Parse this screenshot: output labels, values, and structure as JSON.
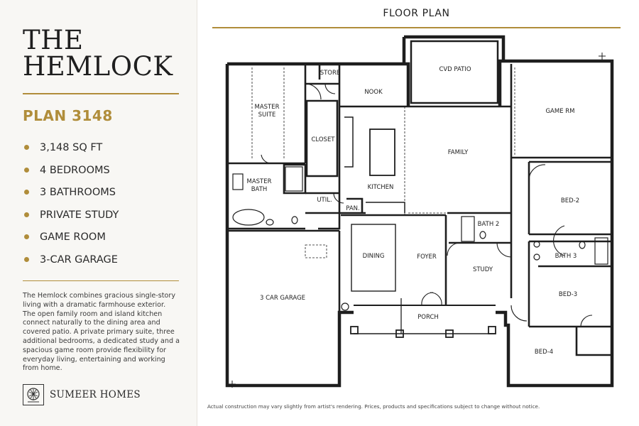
{
  "sidebar": {
    "title_line1": "THE",
    "title_line2": "HEMLOCK",
    "plan_number": "PLAN 3148",
    "features": [
      "3,148 SQ FT",
      "4 BEDROOMS",
      "3 BATHROOMS",
      "PRIVATE STUDY",
      "GAME ROOM",
      "3-CAR GARAGE"
    ],
    "description": "The Hemlock combines gracious single-story living with a dramatic farmhouse exterior. The open family room and island kitchen connect naturally to the dining area and covered patio. A private primary suite, three additional bedrooms, a dedicated study and a spacious game room provide flexibility for everyday living, entertaining and working from home.",
    "brand_name": "SUMEER HOMES",
    "brand_icon": "sumeer-homes-logo-icon"
  },
  "floor_plan": {
    "heading": "FLOOR PLAN",
    "rooms": {
      "store": "STORE",
      "nook": "NOOK",
      "cvd_patio": "CVD PATIO",
      "game_rm": "GAME RM",
      "master_suite_1": "MASTER",
      "master_suite_2": "SUITE",
      "closet": "CLOSET",
      "family": "FAMILY",
      "master_bath_1": "MASTER",
      "master_bath_2": "BATH",
      "kitchen": "KITCHEN",
      "util": "UTIL.",
      "pan": "PAN.",
      "bed_2": "BED-2",
      "bath_2": "BATH 2",
      "bath_3": "BATH 3",
      "dining": "DINING",
      "foyer": "FOYER",
      "study": "STUDY",
      "bed_3": "BED-3",
      "garage": "3 CAR GARAGE",
      "porch": "PORCH",
      "bed_4": "BED-4"
    }
  },
  "disclaimer": "Actual construction may vary slightly from artist's rendering. Prices, products and specifications subject to change without notice.",
  "colors": {
    "accent": "#b08d3a",
    "wall": "#1e1e1e",
    "sidebar_bg": "#f8f7f4"
  }
}
